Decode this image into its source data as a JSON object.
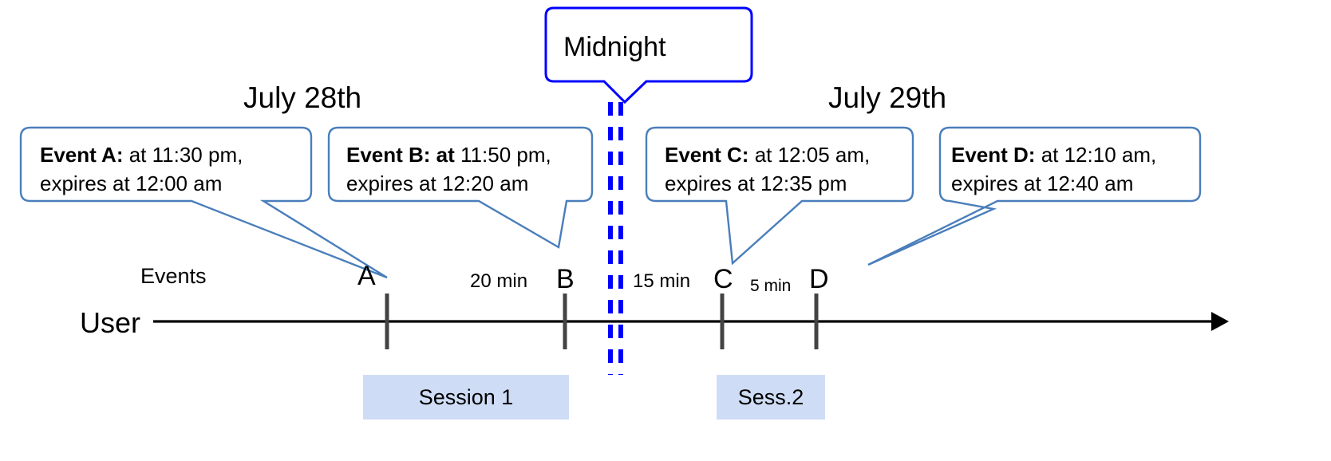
{
  "diagram": {
    "title_day_left": "July 28th",
    "title_day_right": "July 29th",
    "midnight_label": "Midnight",
    "lane_events_label": "Events",
    "lane_user_label": "User",
    "accent_blue": "#4a7ebb",
    "midnight_blue": "#0000ff",
    "session_fill": "#cfdcf5",
    "marker_color": "#434343",
    "axis_color": "#000000"
  },
  "callouts": [
    {
      "name": "event-a",
      "line1_bold": "Event A:",
      "line1_rest": " at 11:30 pm,",
      "line2": "expires at 12:00 am"
    },
    {
      "name": "event-b",
      "line1_bold": "Event B: at",
      "line1_rest": " 11:50 pm,",
      "line2": "expires at 12:20 am"
    },
    {
      "name": "event-c",
      "line1_bold": "Event C:",
      "line1_rest": " at 12:05 am,",
      "line2": "expires at 12:35 pm"
    },
    {
      "name": "event-d",
      "line1_bold": "Event D:",
      "line1_rest": "  at 12:10 am,",
      "line2": "expires at 12:40 am"
    }
  ],
  "markers": [
    {
      "name": "marker-a",
      "label": "A"
    },
    {
      "name": "marker-b",
      "label": "B"
    },
    {
      "name": "marker-c",
      "label": "C"
    },
    {
      "name": "marker-d",
      "label": "D"
    }
  ],
  "gaps": [
    {
      "name": "gap-a-b",
      "label": "20 min"
    },
    {
      "name": "gap-b-c",
      "label": "15 min"
    },
    {
      "name": "gap-c-d",
      "label": "5 min"
    }
  ],
  "sessions": [
    {
      "name": "session-1",
      "label": "Session 1"
    },
    {
      "name": "session-2",
      "label": "Sess.2"
    }
  ]
}
